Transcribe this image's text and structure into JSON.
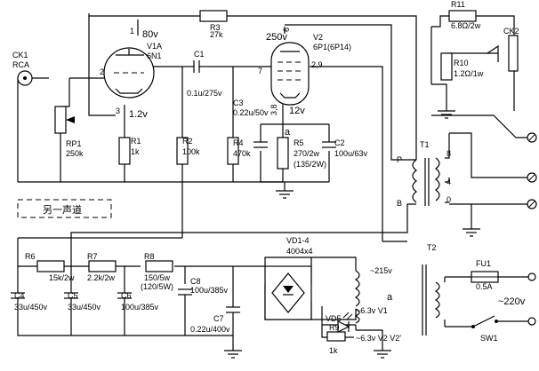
{
  "labels": {
    "ck1": "CK1",
    "ck1_type": "RCA",
    "rp1": "RP1",
    "rp1_val": "250k",
    "v1_name": "V1A",
    "v1_type": "6N1",
    "v1_plate_v": "80v",
    "v1_cath_v": "1.2v",
    "pin2": "2",
    "pin1": "1",
    "pin3": "3",
    "r1": "R1",
    "r1_val": "1k",
    "r2": "R2",
    "r2_val": "100k",
    "r3": "R3",
    "r3_val": "27k",
    "c1": "C1",
    "c1_val": "0.1u/275v",
    "r4": "R4",
    "r4_val": "470k",
    "c3": "C3",
    "c3_val": "0.22u/50v",
    "v2_name": "V2",
    "v2_type": "6P1(6P14)",
    "v2_plate_v": "250v",
    "v2_cath_v": "12v",
    "pin6": "6",
    "pin7": "7",
    "pin29": "2,9",
    "pin38": "3,8",
    "node_a": "a",
    "r5": "R5",
    "r5_val": "270/2w",
    "r5_val2": "(135/2W)",
    "c2": "C2",
    "c2_val": "100u/63v",
    "other_ch": "另一声道",
    "r11": "R11",
    "r11_val": "6.8Ω/2w",
    "ck2": "CK2",
    "r10": "R10",
    "r10_val": "1.2Ω/1w",
    "t1": "T1",
    "t1_p": "P",
    "t1_b": "B",
    "t1_8": "8",
    "t1_4": "4",
    "t1_0": "0",
    "r6": "R6",
    "r6_val": "15k/2w",
    "r7": "R7",
    "r7_val": "2.2k/2w",
    "r8": "R8",
    "r8_val": "150/5w",
    "r8_val2": "(120/5W)",
    "c4": "C4",
    "c4_val": "33u/450v",
    "c5": "C5",
    "c5_val": "33u/450v",
    "c6": "C6",
    "c6_val": "100u/385v",
    "c8": "C8",
    "c8_val": "100u/385v",
    "c7": "C7",
    "c7_val": "0.22u/400v",
    "vd14": "VD1-4",
    "vd14_val": "4004x4",
    "t2": "T2",
    "sec_215": "~215v",
    "sec_63_v1": "~6.3v  V1",
    "sec_63_v2": "~6.3v V2 V2'",
    "vd5": "VD5",
    "r9": "R9",
    "r9_val": "1k",
    "fu1": "FU1",
    "fu1_val": "0.5A",
    "mains": "~220v",
    "sw1": "SW1"
  }
}
